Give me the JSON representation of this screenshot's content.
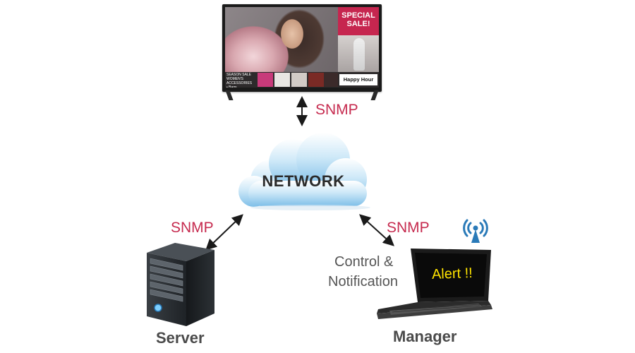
{
  "tv": {
    "promo_title": "SPECIAL\nSALE!",
    "season_text": "SEASON SALE\nWOMEN'S ACCESSORIES\n• Bags\n• Shoes",
    "happy_hour": "Happy Hour"
  },
  "network": {
    "label": "NETWORK"
  },
  "links": {
    "top": "SNMP",
    "left": "SNMP",
    "right": "SNMP"
  },
  "manager_link_desc": {
    "line1": "Control &",
    "line2": "Notification"
  },
  "laptop": {
    "screen_text": "Alert !!"
  },
  "nodes": {
    "server": "Server",
    "manager": "Manager"
  },
  "colors": {
    "snmp": "#c62b4f",
    "cloud": "#8cc6ea",
    "alert": "#ffe400",
    "wireless_icon": "#2a7ab8"
  }
}
